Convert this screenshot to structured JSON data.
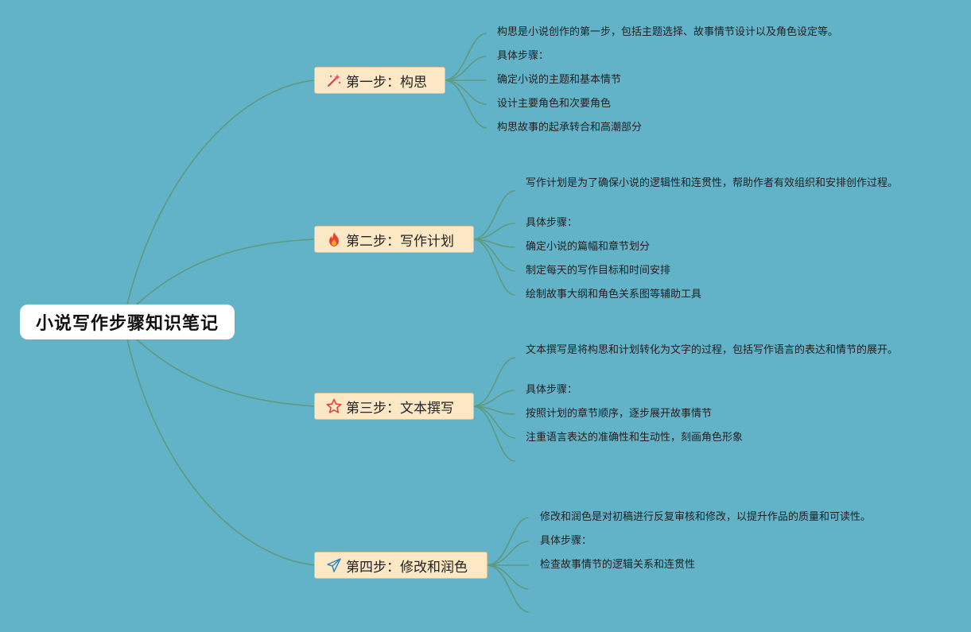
{
  "colors": {
    "background": "#62b2c8",
    "connector": "#5e9a80",
    "step_fill": "#fce8c4",
    "step_border": "#e3c190",
    "root_fill": "#ffffff"
  },
  "root": {
    "title": "小说写作步骤知识笔记"
  },
  "steps": [
    {
      "label": "第一步：构思",
      "icon": "magic-wand-icon",
      "items": [
        "构思是小说创作的第一步，包括主题选择、故事情节设计以及角色设定等。",
        "具体步骤：",
        "确定小说的主题和基本情节",
        "设计主要角色和次要角色",
        "构思故事的起承转合和高潮部分"
      ]
    },
    {
      "label": "第二步：写作计划",
      "icon": "fire-icon",
      "items": [
        "写作计划是为了确保小说的逻辑性和连贯性，帮助作者有效组织和安排创作过程。",
        "具体步骤：",
        "确定小说的篇幅和章节划分",
        "制定每天的写作目标和时间安排",
        "绘制故事大纲和角色关系图等辅助工具"
      ]
    },
    {
      "label": "第三步：文本撰写",
      "icon": "star-icon",
      "items": [
        "文本撰写是将构思和计划转化为文字的过程，包括写作语言的表达和情节的展开。",
        "具体步骤：",
        "按照计划的章节顺序，逐步展开故事情节",
        "注重语言表达的准确性和生动性，刻画角色形象",
        ""
      ]
    },
    {
      "label": "第四步：修改和润色",
      "icon": "paper-plane-icon",
      "items": [
        "修改和润色是对初稿进行反复审核和修改，以提升作品的质量和可读性。",
        "具体步骤：",
        "检查故事情节的逻辑关系和连贯性",
        "",
        ""
      ]
    }
  ]
}
